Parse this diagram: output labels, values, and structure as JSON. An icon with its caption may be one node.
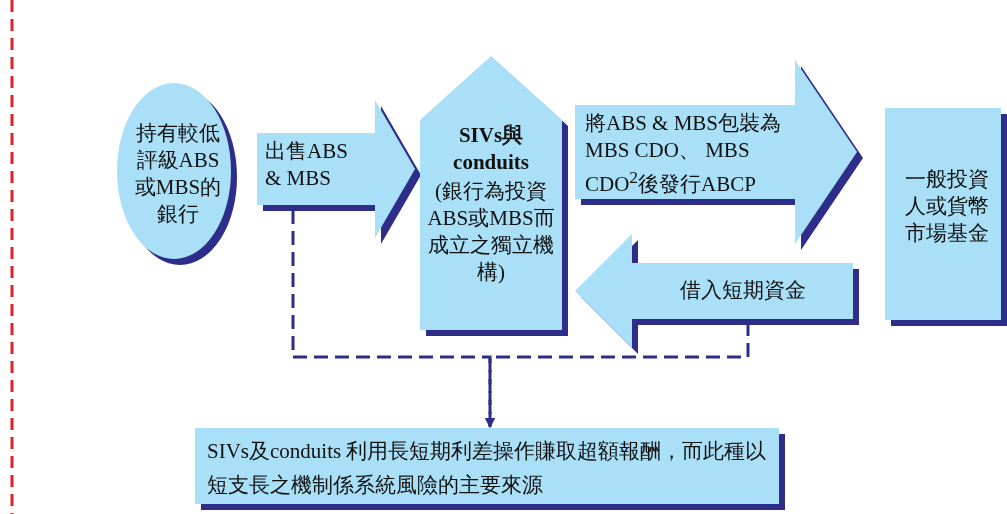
{
  "diagram": {
    "nodes": [
      {
        "text": [
          "持有較低評級ABS或MBS的銀行"
        ]
      },
      {
        "text": [
          "SIVs與conduits",
          "(銀行為投資ABS或MBS而成立之獨立機構)"
        ]
      },
      {
        "text": [
          "一般投資人或貨幣市場基金"
        ]
      },
      {
        "text": [
          "SIVs及conduits 利用長短期利差操作賺取超額報酬，而此種以短支長之機制係系統風險的主要來源"
        ]
      }
    ],
    "edges": [
      {
        "from": 0,
        "to": 1,
        "arrow": "to",
        "label": "出售ABS & MBS"
      },
      {
        "from": 1,
        "to": 2,
        "arrow": "to",
        "label": "將ABS & MBS包裝為MBS CDO、 MBS CDO$^{2}$後發行ABCP"
      },
      {
        "from": 2,
        "to": 1,
        "arrow": "to",
        "label": "借入短期資金"
      },
      {
        "from": null,
        "to": 3,
        "arrow": "to",
        "style": "dashed"
      },
      {
        "from": null,
        "to": 3,
        "arrow": "to",
        "style": "dashed"
      }
    ]
  }
}
